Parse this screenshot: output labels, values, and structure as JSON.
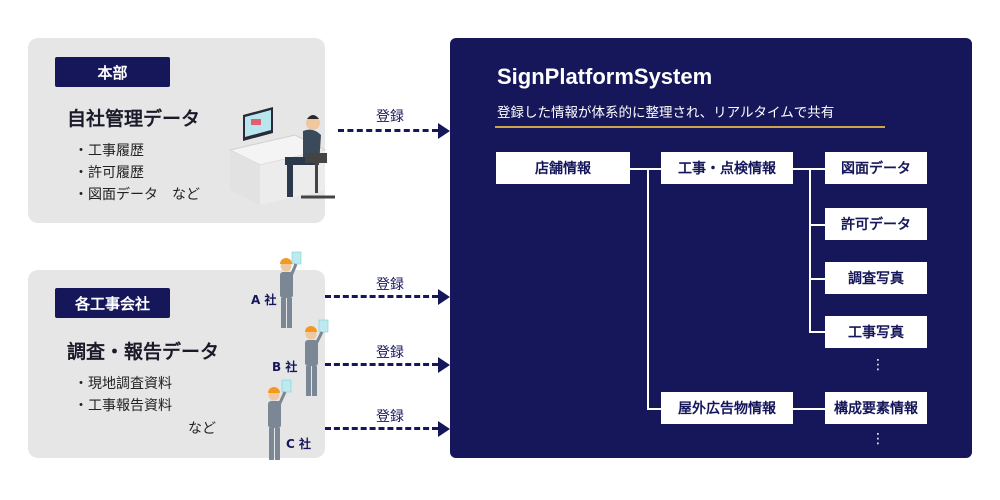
{
  "left_top": {
    "tag": "本部",
    "title": "自社管理データ",
    "items": [
      "・工事履歴",
      "・許可履歴",
      "・図面データ　など"
    ]
  },
  "left_bottom": {
    "tag": "各工事会社",
    "title": "調査・報告データ",
    "items": [
      "・現地調査資料",
      "・工事報告資料"
    ],
    "etc": "など",
    "companies": [
      "A 社",
      "B 社",
      "C 社"
    ]
  },
  "arrows": {
    "label": "登録"
  },
  "main": {
    "title": "SignPlatformSystem",
    "subtitle": "登録した情報が体系的に整理され、リアルタイムで共有",
    "nodes": {
      "store": "店舗情報",
      "construction": "工事・点検情報",
      "outdoor": "屋外広告物情報",
      "drawing": "図面データ",
      "permit": "許可データ",
      "survey_photo": "調査写真",
      "work_photo": "工事写真",
      "components": "構成要素情報"
    },
    "ellipsis": "⋮"
  },
  "colors": {
    "navy": "#16175b",
    "panel_grey": "#e6e6e6",
    "gold": "#c9a64a",
    "worker_orange": "#f29a1f"
  }
}
